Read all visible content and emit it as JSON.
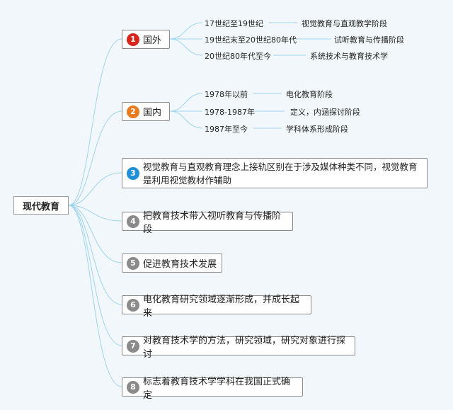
{
  "root": "现代教育",
  "branches": [
    {
      "num": "1",
      "label": "国外",
      "color": "#d9261c",
      "children": [
        {
          "left": "17世纪至19世纪",
          "right": "视觉教育与直观教学阶段"
        },
        {
          "left": "19世纪末至20世纪80年代",
          "right": "试听教育与传播阶段"
        },
        {
          "left": "20世纪80年代至今",
          "right": "系统技术与教育技术学"
        }
      ]
    },
    {
      "num": "2",
      "label": "国内",
      "color": "#e87b1e",
      "children": [
        {
          "left": "1978年以前",
          "right": "电化教育阶段"
        },
        {
          "left": "1978-1987年",
          "right": "定义，内涵探讨阶段"
        },
        {
          "left": "1987年至今",
          "right": "学科体系形成阶段"
        }
      ]
    },
    {
      "num": "3",
      "label": "视觉教育与直观教育理念上接轨区别在于涉及媒体种类不同，视觉教育是利用视觉教材作辅助",
      "color": "#1f8fd6"
    },
    {
      "num": "4",
      "label": "把教育技术带入视听教育与传播阶段",
      "color": "#8a8a8a"
    },
    {
      "num": "5",
      "label": "促进教育技术发展",
      "color": "#8a8a8a"
    },
    {
      "num": "6",
      "label": "电化教育研究领域逐渐形成，并成长起来",
      "color": "#8a8a8a"
    },
    {
      "num": "7",
      "label": "对教育技术学的方法，研究领域，研究对象进行探讨",
      "color": "#8a8a8a"
    },
    {
      "num": "8",
      "label": "标志着教育技术学学科在我国正式确定",
      "color": "#8a8a8a"
    }
  ],
  "line_color": "#9fd4ee"
}
